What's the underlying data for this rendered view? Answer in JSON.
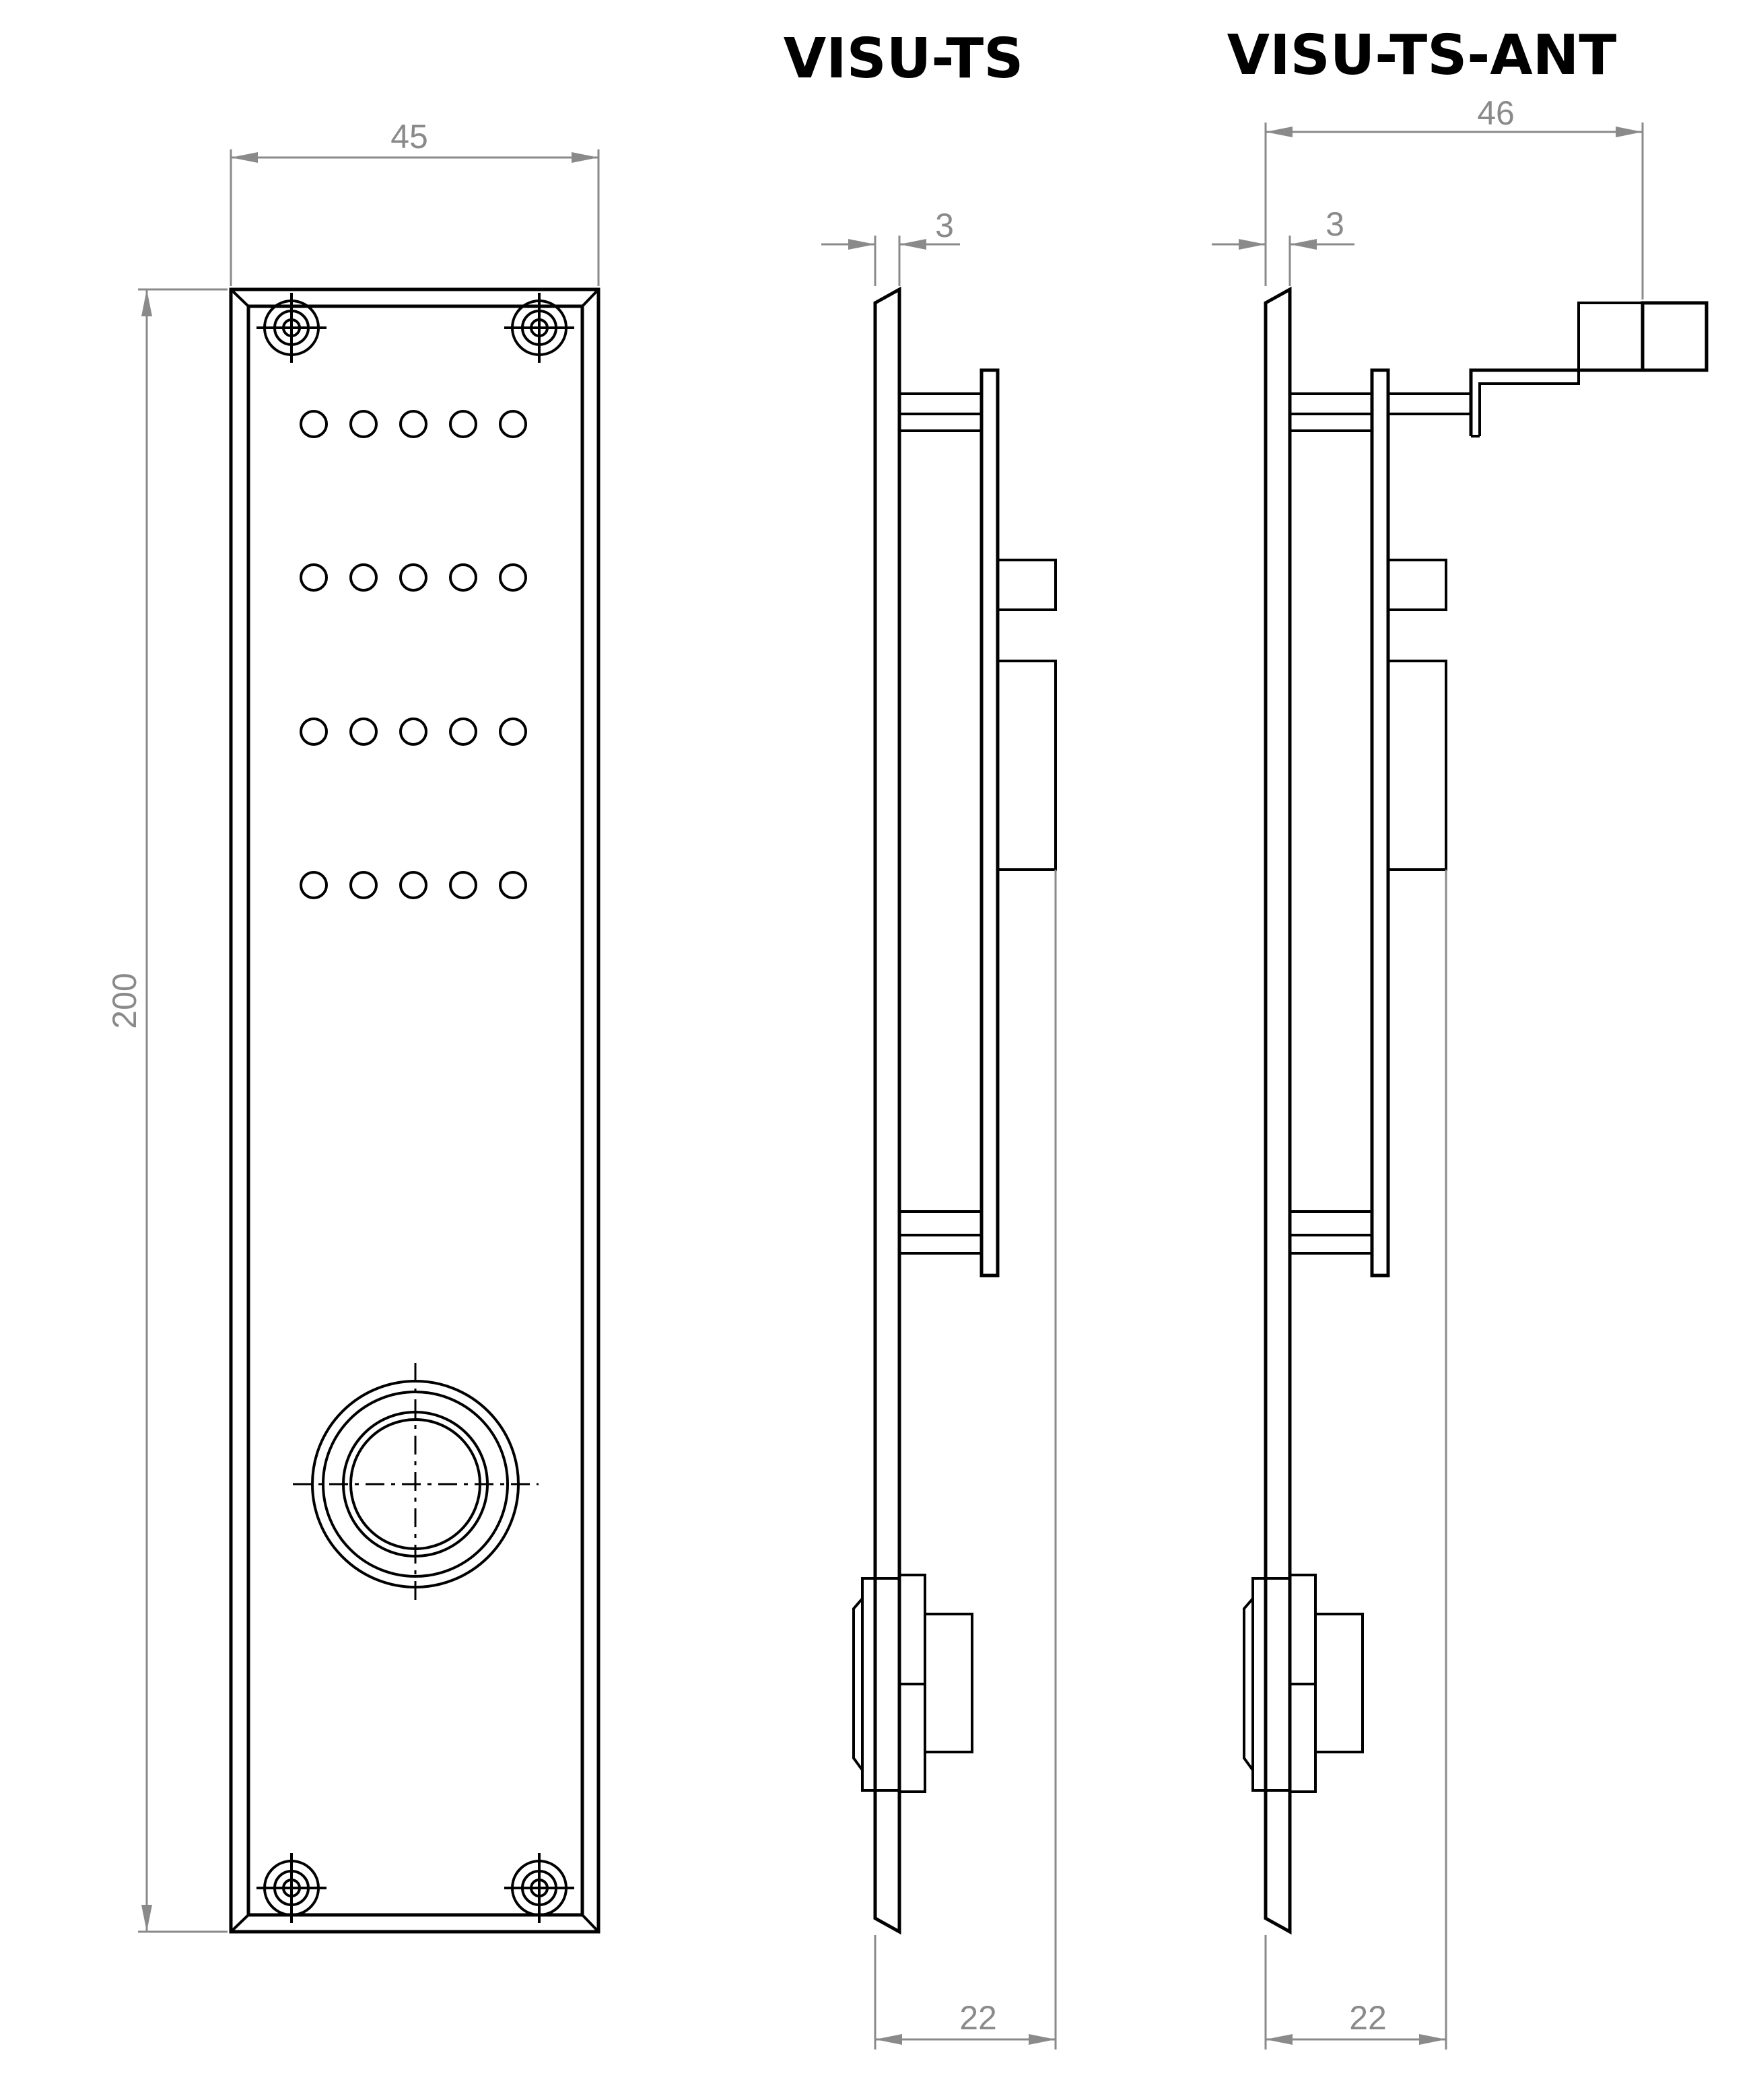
{
  "titles": {
    "side_view_ts": "VISU-TS",
    "side_view_ts_ant": "VISU-TS-ANT"
  },
  "dimensions": {
    "front_width": "45",
    "front_height": "200",
    "ts_plate_thickness": "3",
    "ts_depth": "22",
    "ant_width": "46",
    "ant_plate_thickness": "3",
    "ant_depth": "22"
  },
  "front_view": {
    "led_rows": 4,
    "leds_per_row": 5,
    "mounting_screws": 4
  },
  "colors": {
    "outline": "#000000",
    "dimension": "#8a8a8a",
    "background": "#ffffff"
  }
}
